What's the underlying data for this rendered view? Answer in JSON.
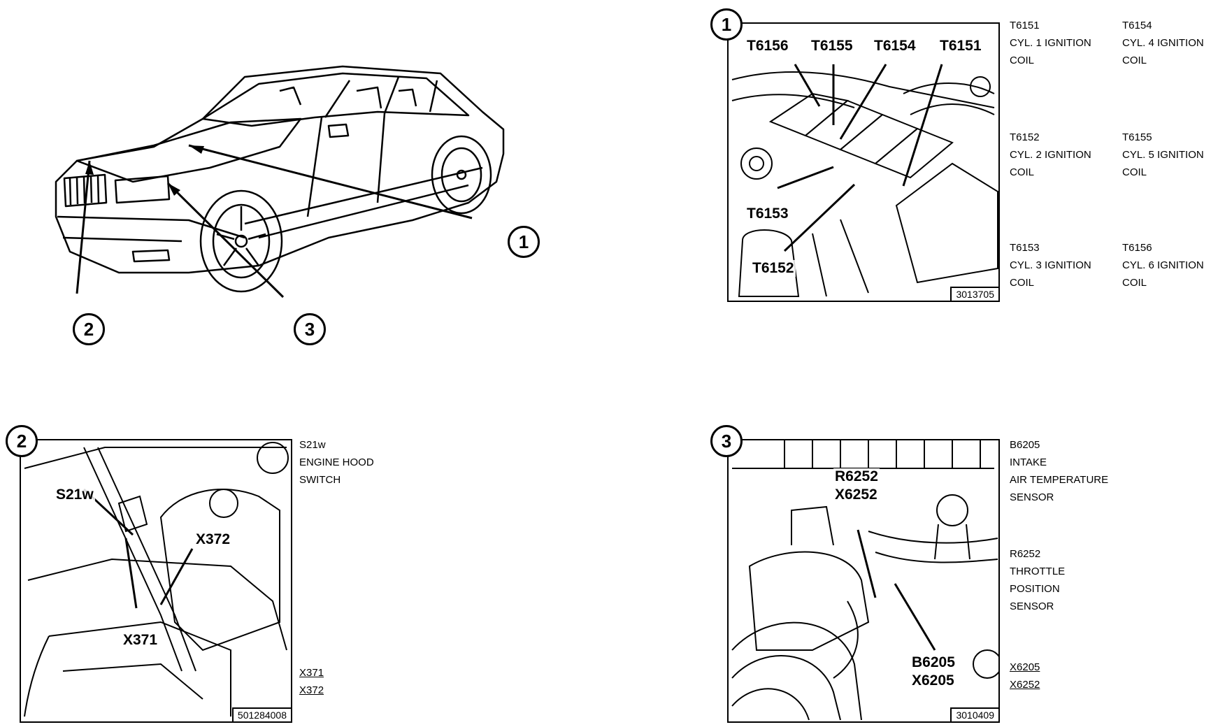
{
  "overview": {
    "markers": [
      "1",
      "2",
      "3"
    ]
  },
  "panel1": {
    "badge": "1",
    "callouts": [
      "T6156",
      "T6155",
      "T6154",
      "T6151",
      "T6153",
      "T6152"
    ],
    "figure_no": "3013705",
    "legend": [
      {
        "code": "T6151",
        "text": [
          "CYL. 1 IGNITION",
          "COIL"
        ]
      },
      {
        "code": "T6154",
        "text": [
          "CYL. 4 IGNITION",
          "COIL"
        ]
      },
      {
        "code": "T6152",
        "text": [
          "CYL. 2 IGNITION",
          "COIL"
        ]
      },
      {
        "code": "T6155",
        "text": [
          "CYL. 5 IGNITION",
          "COIL"
        ]
      },
      {
        "code": "T6153",
        "text": [
          "CYL. 3 IGNITION",
          "COIL"
        ]
      },
      {
        "code": "T6156",
        "text": [
          "CYL. 6 IGNITION",
          "COIL"
        ]
      }
    ]
  },
  "panel2": {
    "badge": "2",
    "callouts": [
      "S21w",
      "X372",
      "X371"
    ],
    "figure_no": "501284008",
    "legend": {
      "code": "S21w",
      "text": [
        "ENGINE HOOD",
        "SWITCH"
      ],
      "underlined": [
        "X371",
        "X372"
      ]
    }
  },
  "panel3": {
    "badge": "3",
    "callouts": [
      "R6252",
      "X6252",
      "B6205",
      "X6205"
    ],
    "figure_no": "3010409",
    "legend": [
      {
        "code": "B6205",
        "text": [
          "INTAKE",
          "AIR TEMPERATURE",
          "SENSOR"
        ]
      },
      {
        "code": "R6252",
        "text": [
          "THROTTLE",
          "POSITION",
          "SENSOR"
        ]
      }
    ],
    "underlined": [
      "X6205",
      "X6252"
    ]
  }
}
